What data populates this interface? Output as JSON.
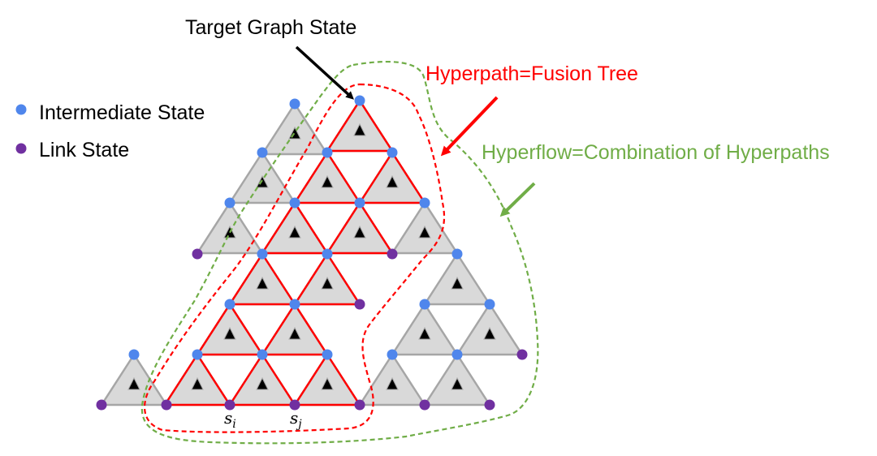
{
  "labels": {
    "target": "Target Graph State",
    "hyperpath": "Hyperpath=Fusion Tree",
    "hyperflow": "Hyperflow=Combination of Hyperpaths",
    "si_base": "s",
    "si_sub": "i",
    "sj_base": "s",
    "sj_sub": "j"
  },
  "legend": {
    "items": [
      {
        "label": "Intermediate State",
        "color": "#4f86ec"
      },
      {
        "label": "Link State",
        "color": "#7030a0"
      }
    ]
  },
  "colors": {
    "intermediate": "#4f86ec",
    "link": "#7030a0",
    "red": "#ff0000",
    "green": "#70ad47",
    "triangle_fill": "#d9d9d9",
    "triangle_stroke": "#a6a6a6"
  }
}
